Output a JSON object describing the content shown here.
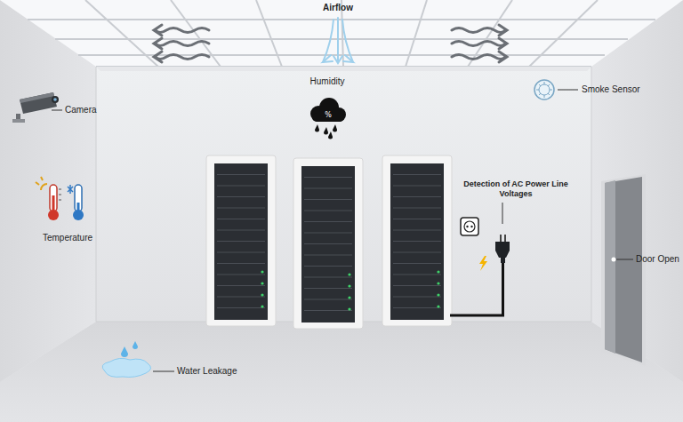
{
  "diagram": {
    "labels": [
      "Airflow",
      "Humidity",
      "Smoke Sensor",
      "Camera",
      "Temperature",
      "Detection of AC Power Line Voltages",
      "Door Open",
      "Water Leakage"
    ]
  }
}
